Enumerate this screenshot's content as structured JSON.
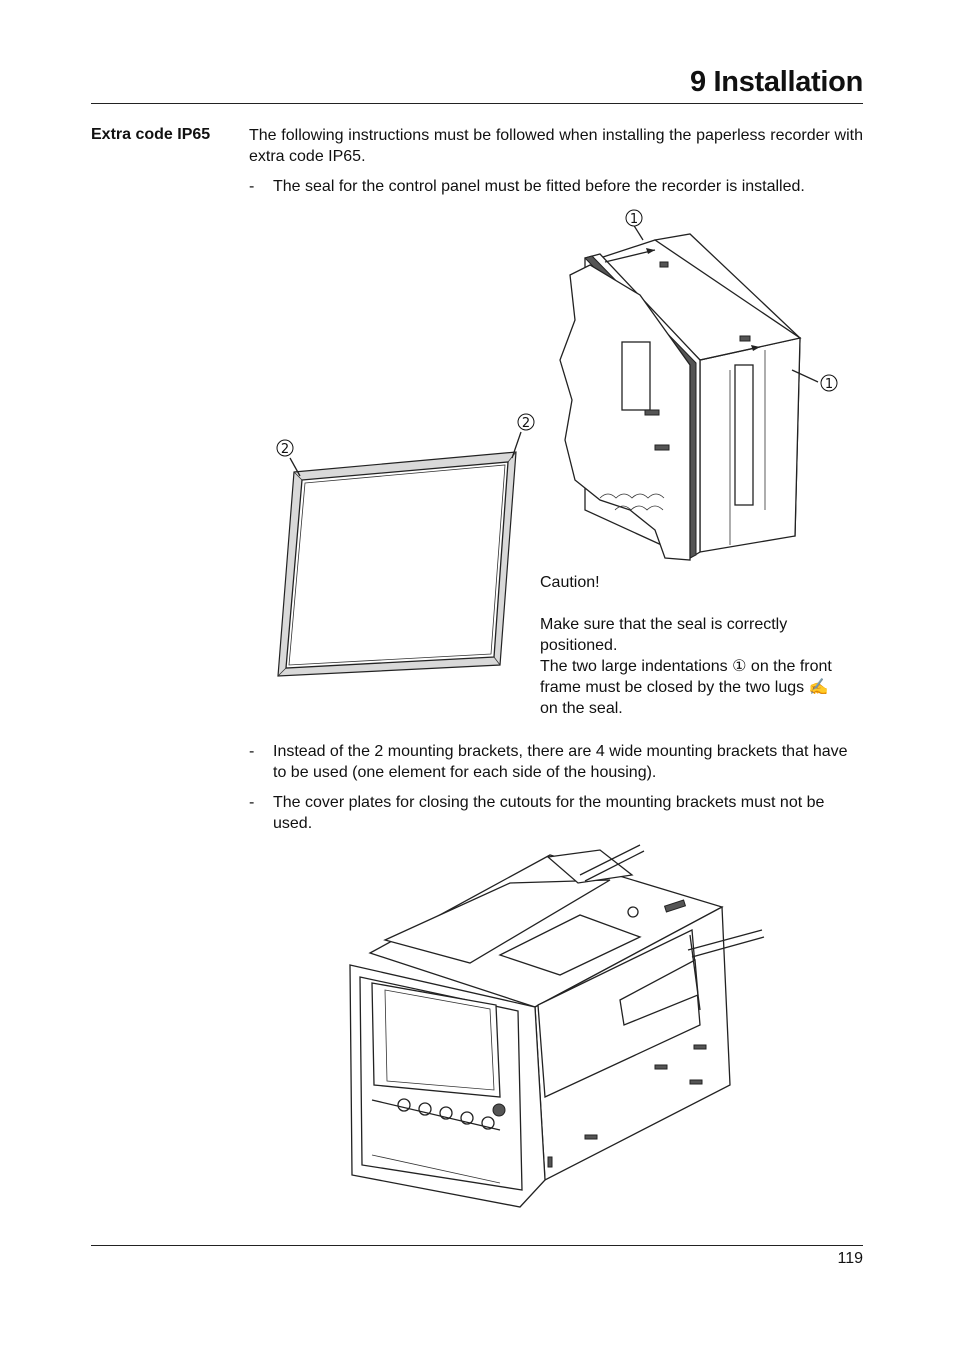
{
  "header": {
    "chapter_title": "9 Installation"
  },
  "section": {
    "label": "Extra code IP65",
    "intro": "The following instructions must be followed when installing the paperless recorder with extra code IP65.",
    "bullets": [
      {
        "dash": "-",
        "text": "The seal for the control panel must be fitted before the recorder is installed."
      },
      {
        "dash": "-",
        "text": "Instead of the 2 mounting brackets, there are 4 wide mounting brackets that have to be used (one element for each side of the housing)."
      },
      {
        "dash": "-",
        "text": "The cover plates for closing the cutouts for the mounting brackets must not be used."
      }
    ]
  },
  "figure1": {
    "callouts": {
      "indentation": "1",
      "lug": "2"
    },
    "caution": {
      "title": "Caution!",
      "line1": "Make sure that the seal is correctly positioned.",
      "line2_before": "The two large indentations",
      "line2_symbol": "①",
      "line2_after": "on the front frame must be closed by the two lugs",
      "line2_symbol2": "✍",
      "line2_end": "on the seal."
    }
  },
  "footer": {
    "page_number": "119"
  }
}
